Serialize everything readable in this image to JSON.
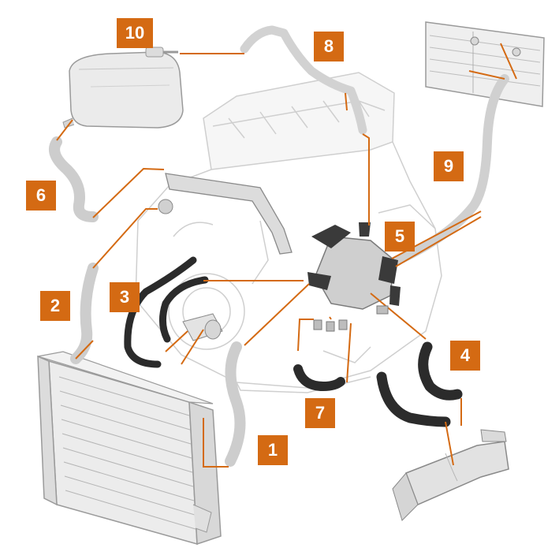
{
  "colors": {
    "callout": "#d46a13",
    "leader": "#d46a13",
    "part_fill": "#e6e6e6",
    "part_stroke": "#9a9a9a",
    "engine_outline": "#cfcfcf",
    "hose": "#2b2b2b",
    "hose_light": "#cdcdcd"
  },
  "callouts": [
    {
      "id": "1",
      "label": "1"
    },
    {
      "id": "2",
      "label": "2"
    },
    {
      "id": "3",
      "label": "3"
    },
    {
      "id": "4",
      "label": "4"
    },
    {
      "id": "5",
      "label": "5"
    },
    {
      "id": "6",
      "label": "6"
    },
    {
      "id": "7",
      "label": "7"
    },
    {
      "id": "8",
      "label": "8"
    },
    {
      "id": "9",
      "label": "9"
    },
    {
      "id": "10",
      "label": "10"
    }
  ],
  "components": {
    "engine": "engine-block-outline",
    "radiator": "radiator",
    "expansion_tank": "coolant-expansion-tank",
    "heater_core": "heater-matrix",
    "thermostat": "thermostat-housing",
    "oil_cooler": "oil-cooler",
    "egr_cooler": "egr-cooler"
  }
}
